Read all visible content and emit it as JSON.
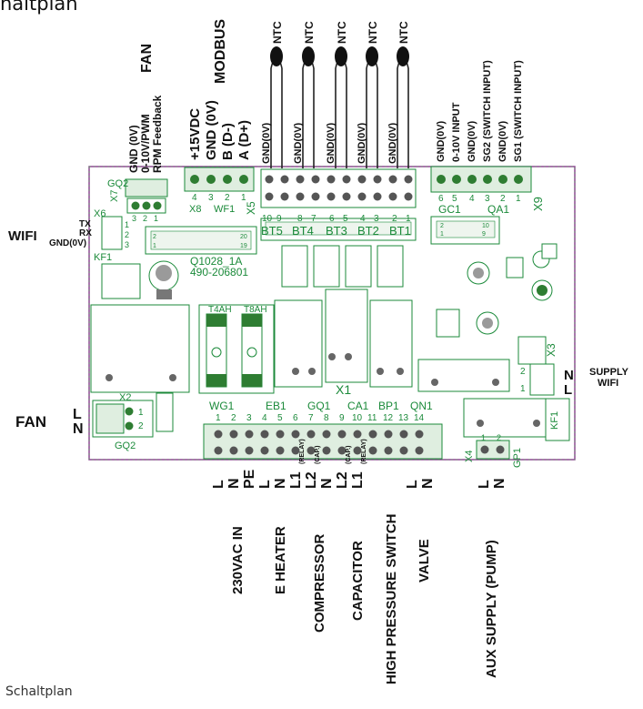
{
  "title": "naltplan",
  "caption": "Schaltplan",
  "fan_top": {
    "heading": "FAN",
    "pins": [
      "GND (0V)",
      "0-10V/PWM",
      "RPM Feedback"
    ],
    "connector": "X7",
    "designator": "GQ2",
    "numbers": [
      "3",
      "2",
      "1"
    ]
  },
  "modbus": {
    "heading": "MODBUS",
    "pins": [
      "+15VDC",
      "GND (0V)",
      "B (D-)",
      "A (D+)"
    ],
    "connector": "X8",
    "sub": "WF1",
    "connector2": "X5",
    "numbers": [
      "4",
      "3",
      "2",
      "1"
    ]
  },
  "ntc": {
    "label": "NTC",
    "gnd": "GND(0V)",
    "designators": [
      "BT5",
      "BT4",
      "BT3",
      "BT2",
      "BT1"
    ],
    "numbers": [
      "10",
      "9",
      "8",
      "7",
      "6",
      "5",
      "4",
      "3",
      "2",
      "1"
    ]
  },
  "inputs": {
    "pins": [
      "GND(0V)",
      "0-10V INPUT",
      "GND(0V)",
      "SG2 (SWITCH INPUT)",
      "GND(0V)",
      "SG1 (SWITCH INPUT)"
    ],
    "numbers": [
      "6",
      "5",
      "4",
      "3",
      "2",
      "1"
    ],
    "gc": "GC1",
    "qa": "QA1",
    "connector": "X9"
  },
  "wifi": {
    "label": "WIFI",
    "pins": [
      "TX",
      "RX",
      "GND(0V)"
    ],
    "connector": "X6",
    "designator": "KF1",
    "numbers": [
      "1",
      "2",
      "3"
    ]
  },
  "board": {
    "part": "Q1028_1A",
    "code": "490-206801",
    "fuse1": "T4AH",
    "fuse2": "T8AH",
    "x1": "X1",
    "x2": "X2",
    "x3": "X3",
    "x4": "X4",
    "gp1": "GP1",
    "kf1": "KF1",
    "gq2": "GQ2",
    "header_a": "20",
    "header_b": "19",
    "header_c": "2",
    "header_d": "1",
    "header2_a": "10",
    "header2_b": "9",
    "header2_c": "2",
    "header2_d": "1"
  },
  "fan_left": {
    "label": "FAN",
    "l": "L",
    "n": "N",
    "numbers": [
      "1",
      "2"
    ]
  },
  "supply": {
    "n": "N",
    "l": "L",
    "label1": "SUPPLY",
    "label2": "WIFI",
    "numbers": [
      "2",
      "1"
    ]
  },
  "bottom": {
    "groups": [
      "WG1",
      "EB1",
      "GQ1",
      "CA1",
      "BP1",
      "QN1"
    ],
    "numbers": [
      "1",
      "2",
      "3",
      "4",
      "5",
      "6",
      "7",
      "8",
      "9",
      "10",
      "11",
      "12",
      "13",
      "14"
    ],
    "pins": [
      "L",
      "N",
      "PE",
      "L",
      "N",
      "L1",
      "L2",
      "N",
      "L2",
      "L1",
      "L",
      "N"
    ],
    "relay": "(RELAY)",
    "cap": "(CAP.)",
    "groups_text": [
      "230VAC IN",
      "E HEATER",
      "COMPRESSOR",
      "CAPACITOR",
      "HIGH PRESSURE SWITCH",
      "VALVE"
    ],
    "aux_l": "L",
    "aux_n": "N",
    "aux": "AUX SUPPLY (PUMP)",
    "aux_numbers": [
      "1",
      "2"
    ]
  }
}
